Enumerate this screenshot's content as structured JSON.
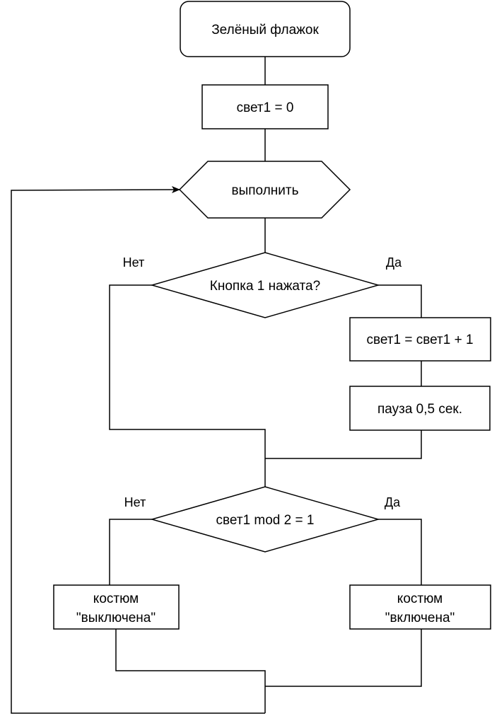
{
  "diagram": {
    "start": "Зелёный флажок",
    "init": "свет1 = 0",
    "loop": "выполнить",
    "decision1": {
      "text": "Кнопка 1 нажата?",
      "no": "Нет",
      "yes": "Да"
    },
    "increment": "свет1 = свет1 + 1",
    "pause": "пауза 0,5 сек.",
    "decision2": {
      "text": "свет1 mod 2 = 1",
      "no": "Нет",
      "yes": "Да"
    },
    "costume_off": {
      "line1": "костюм",
      "line2": "\"выключена\""
    },
    "costume_on": {
      "line1": "костюм",
      "line2": "\"включена\""
    }
  }
}
